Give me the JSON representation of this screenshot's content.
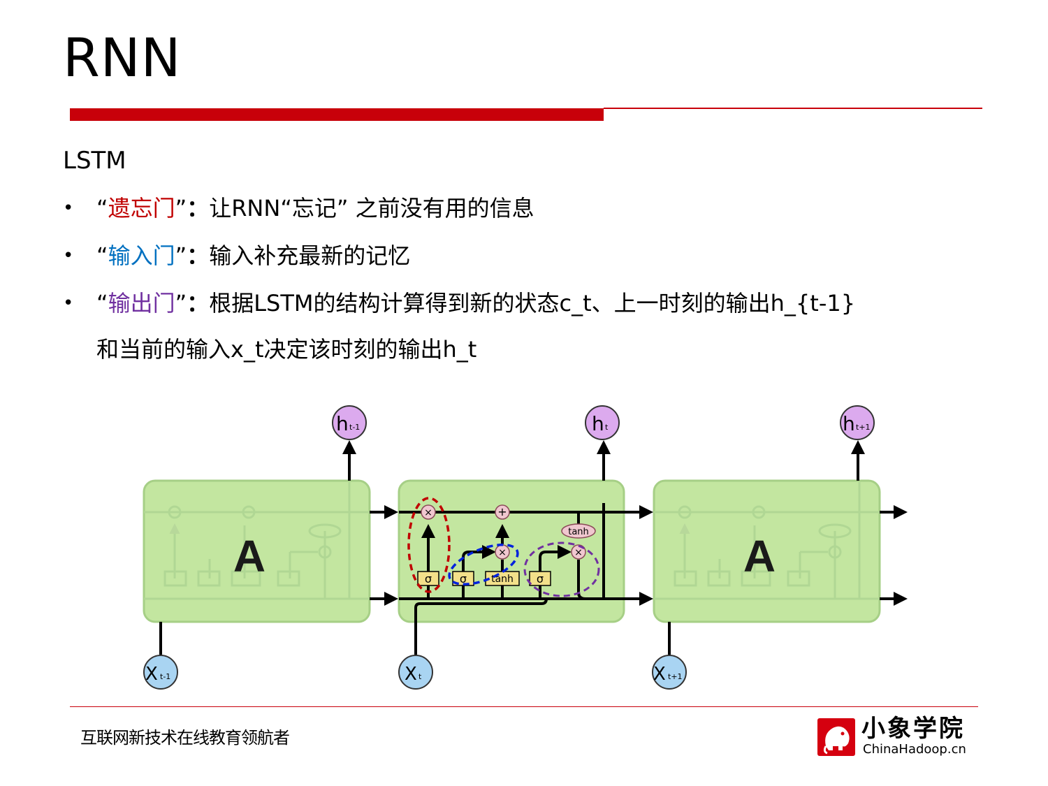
{
  "slide": {
    "title": "RNN",
    "subtitle": "LSTM",
    "bullets": [
      {
        "dot": "•",
        "open_quote": "“",
        "gate": "遗忘门",
        "close_quote": "”",
        "colon": "：",
        "pre": "让RNN",
        "quoted_open": "“",
        "quoted": "忘记",
        "quoted_close": "”",
        "post": " 之前没有用的信息"
      },
      {
        "dot": "•",
        "open_quote": "“",
        "gate": "输入门",
        "close_quote": "”",
        "colon": "：",
        "text": "输入补充最新的记忆"
      },
      {
        "dot": "•",
        "open_quote": "“",
        "gate": "输出门",
        "close_quote": "”",
        "colon": "：",
        "text": "根据LSTM的结构计算得到新的状态c_t、上一时刻的输出h_{t-1}",
        "continuation": "和当前的输入x_t决定该时刻的输出h_t"
      }
    ]
  },
  "diagram": {
    "cell_label_left": "A",
    "cell_label_right": "A",
    "outputs": [
      {
        "main": "h",
        "sub": "t-1"
      },
      {
        "main": "h",
        "sub": "t"
      },
      {
        "main": "h",
        "sub": "t+1"
      }
    ],
    "inputs": [
      {
        "main": "X",
        "sub": "t-1"
      },
      {
        "main": "X",
        "sub": "t"
      },
      {
        "main": "X",
        "sub": "t+1"
      }
    ],
    "gate_labels": {
      "sigma": "σ",
      "tanh": "tanh",
      "times": "×",
      "plus": "+"
    },
    "colors": {
      "cell_fill": "#c3e6a0",
      "cell_stroke": "#a6cf86",
      "output_node": "#dcaaee",
      "input_node": "#a9d4f2",
      "gate_box": "#f3e08a",
      "pointwise": "#f0c7cf",
      "forget_highlight": "#c00000",
      "input_highlight": "#0022dd",
      "output_highlight": "#7030a0"
    }
  },
  "footer": {
    "slogan": "互联网新技术在线教育领航者",
    "logo_cn": "小象学院",
    "logo_en": "ChinaHadoop.cn"
  }
}
